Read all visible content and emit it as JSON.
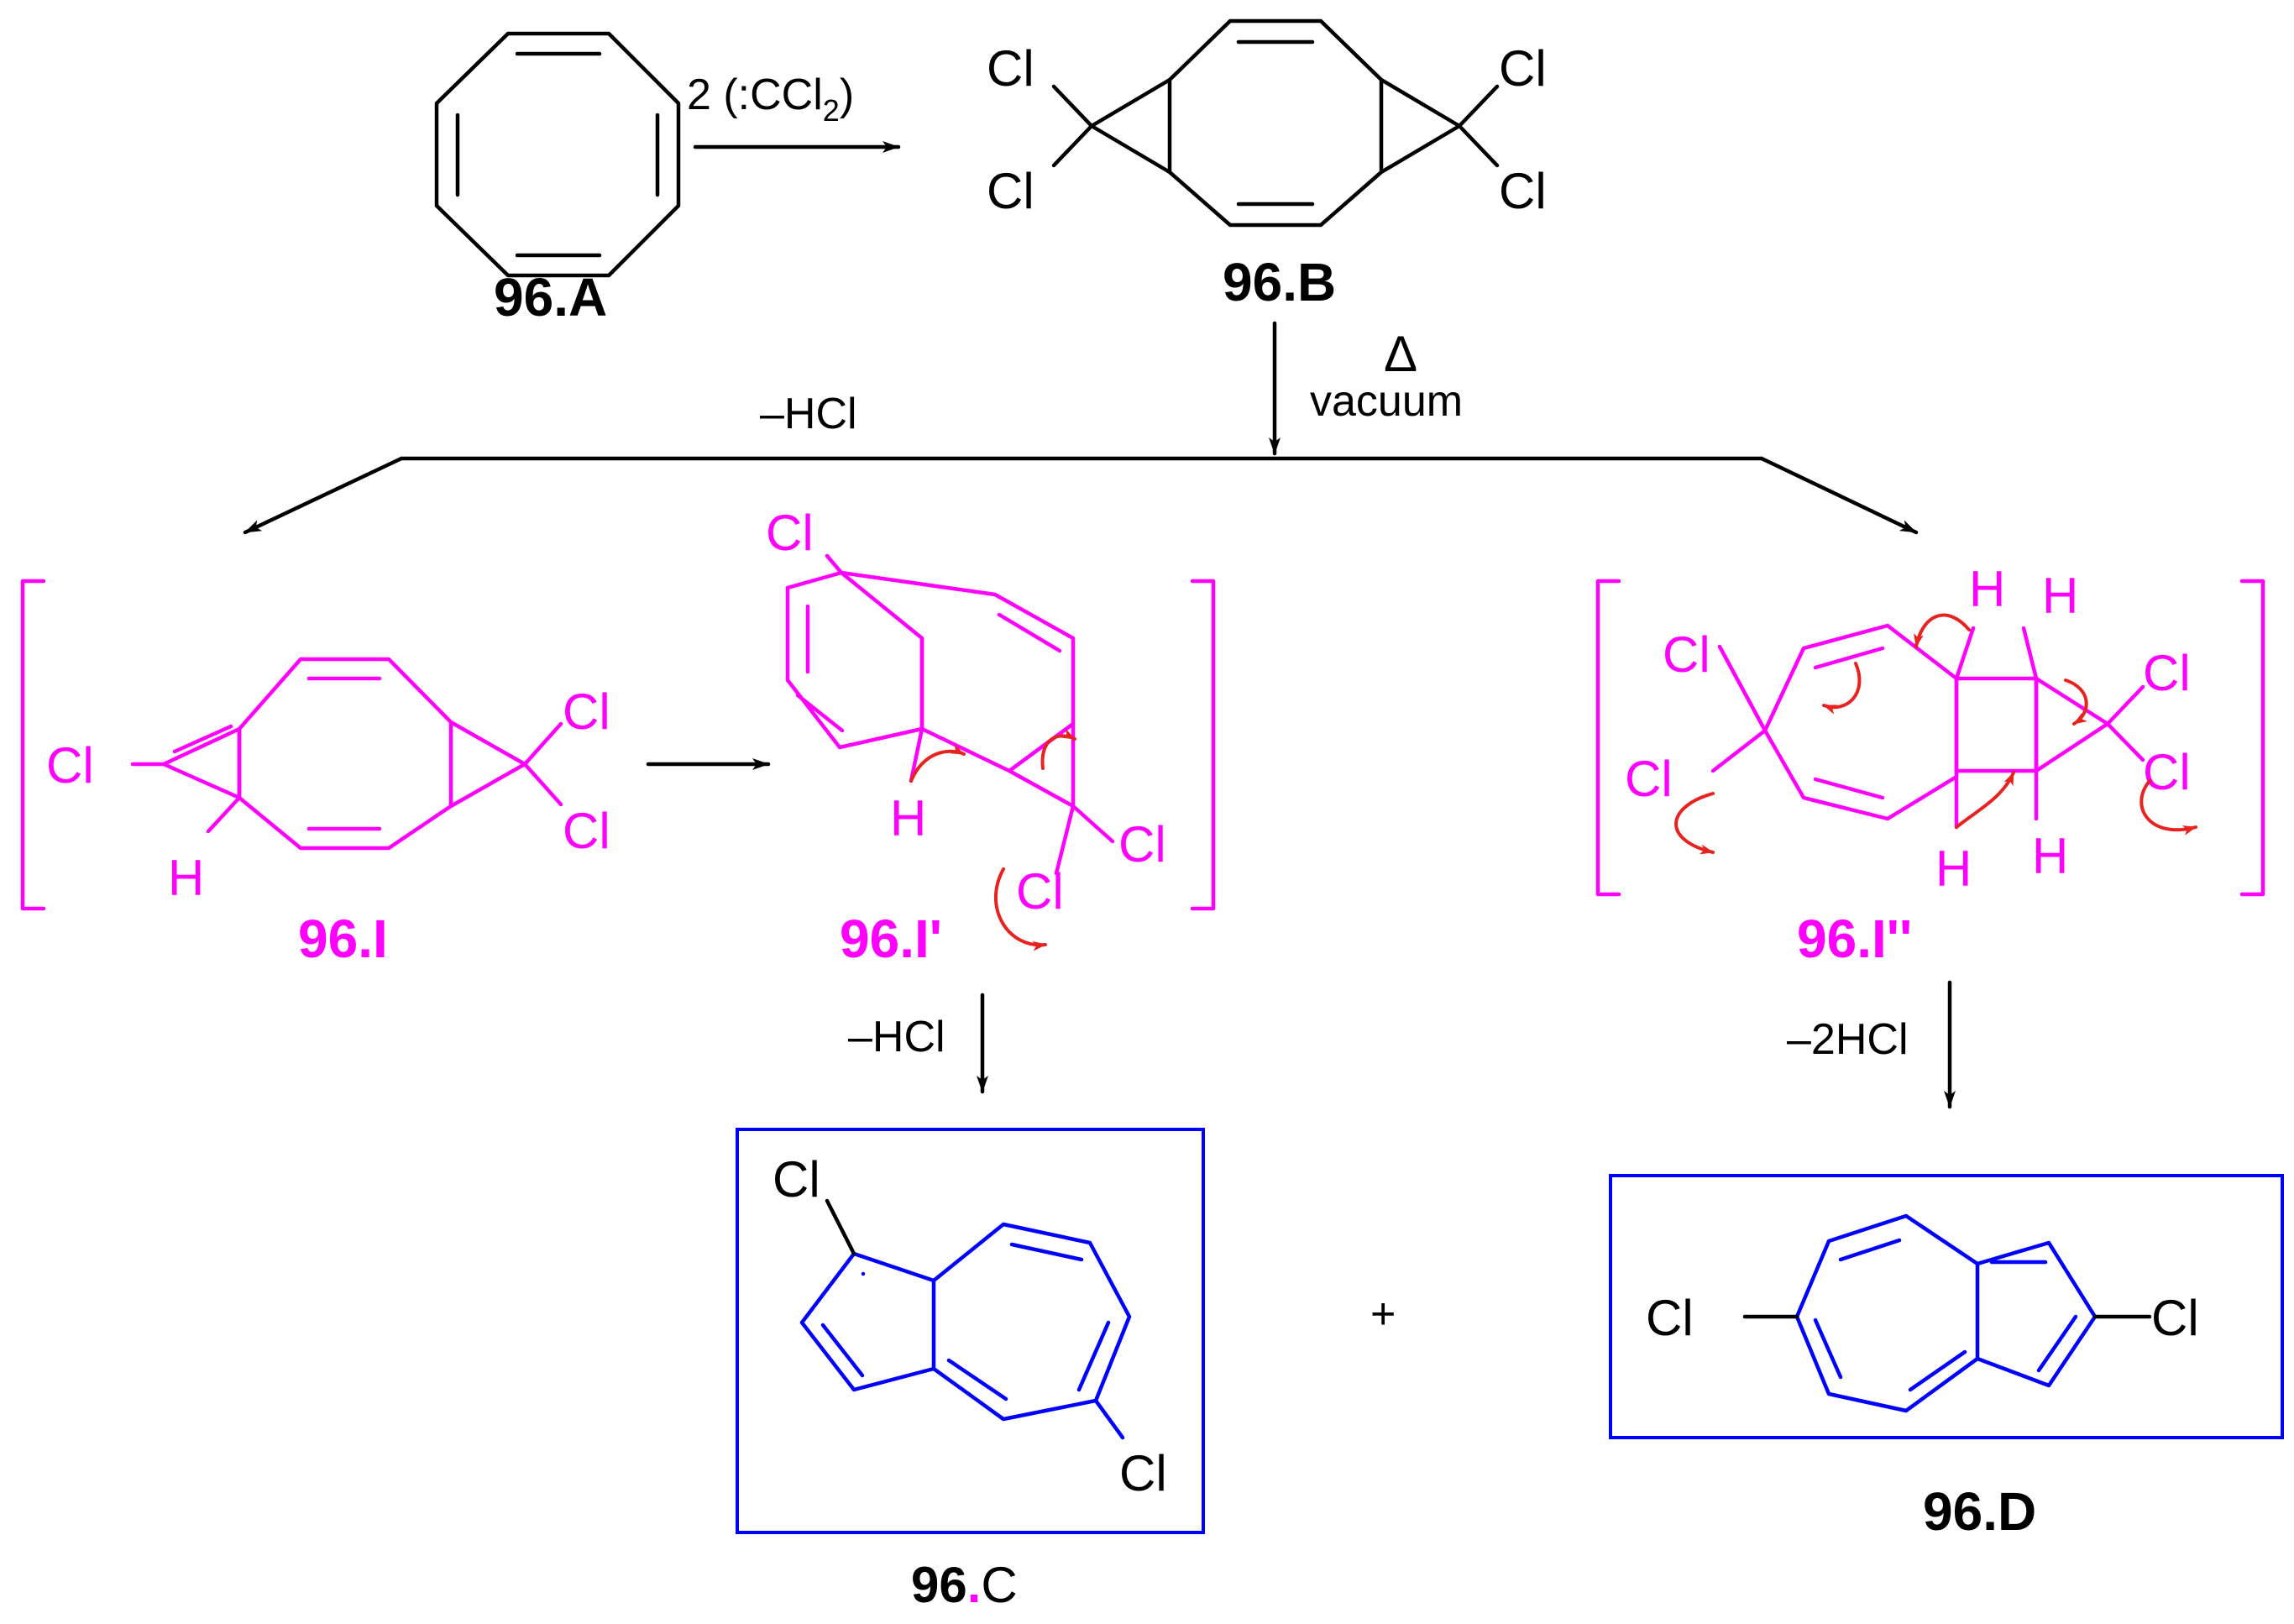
{
  "labels": {
    "cot": "96.A",
    "bis_adduct": "96.B",
    "int1": "96.I",
    "int2": "96.I'",
    "int3": "96.I''",
    "prod_c_num": "96",
    "prod_c_dot": ".",
    "prod_c_letter": "C",
    "prod_d": "96.D"
  },
  "reagents": {
    "step1_prefix": "2 (:CCl",
    "step1_sub": "2",
    "step1_suffix": ")",
    "delta": "Δ",
    "vacuum": "vacuum",
    "minus_hcl_top": "–HCl",
    "minus_hcl_left": "–HCl",
    "minus_2hcl": "–2HCl",
    "plus": "+"
  },
  "atoms": {
    "cl": "Cl",
    "h": "H"
  },
  "colors": {
    "reactant": "#000000",
    "intermediate": "#ff00ff",
    "product": "#0000ff",
    "arrow_push": "#e8231f"
  }
}
